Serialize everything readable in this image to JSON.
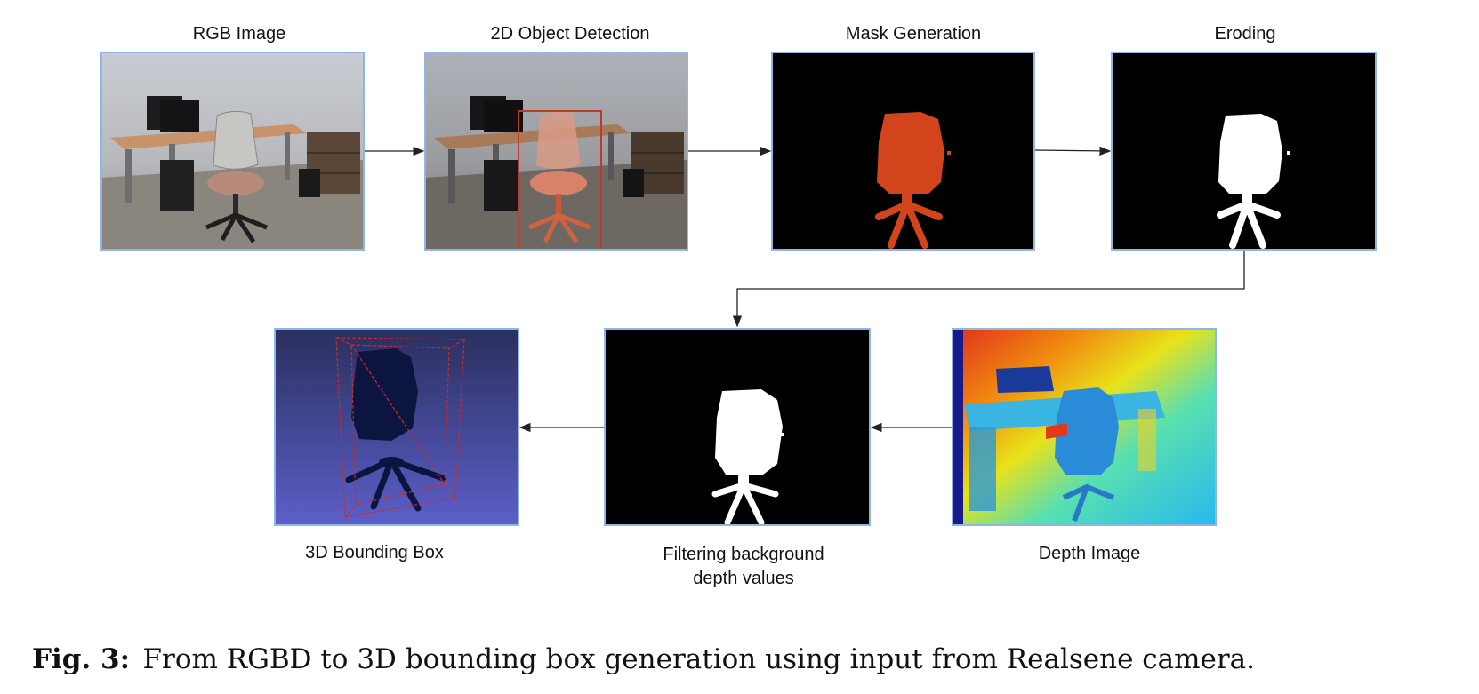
{
  "stages": {
    "rgb": "RGB Image",
    "detection": "2D Object Detection",
    "mask": "Mask Generation",
    "eroding": "Eroding",
    "depth": "Depth Image",
    "filter_line1": "Filtering background",
    "filter_line2": "depth values",
    "bbox3d": "3D Bounding Box"
  },
  "caption": {
    "label": "Fig. 3:",
    "text": "From RGBD to 3D bounding box generation using input from Realsene camera."
  },
  "colors": {
    "mask_orange": "#d2451c",
    "frame_blue": "#8fb6e6",
    "bbox_red": "#cc2a2a",
    "cloud_bg_top": "#2a2f5e",
    "cloud_bg_bottom": "#5c5fc8"
  }
}
